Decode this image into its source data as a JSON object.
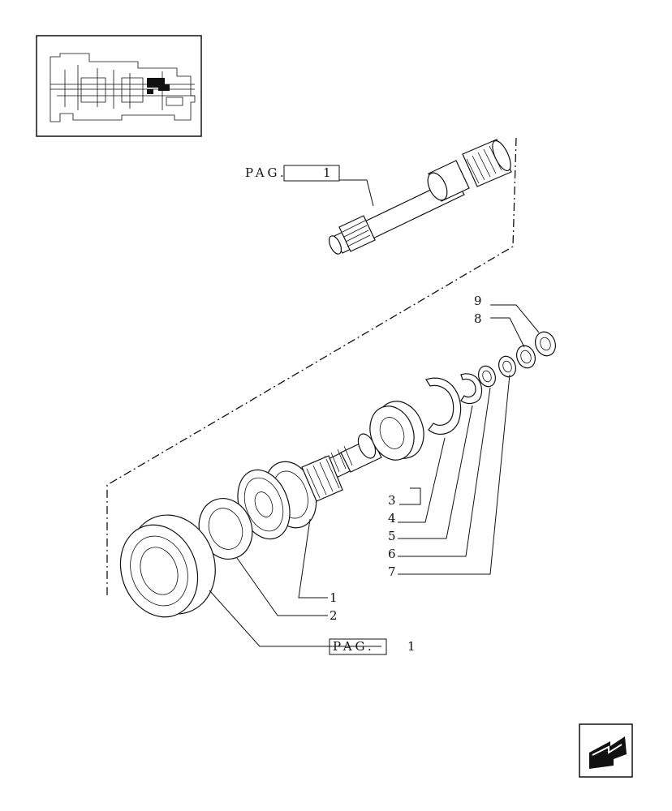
{
  "page_refs": [
    {
      "text": "PAG.",
      "number": "1"
    },
    {
      "text": "PAG.",
      "number": "1"
    }
  ],
  "callouts": [
    "1",
    "2",
    "3",
    "4",
    "5",
    "6",
    "7",
    "8",
    "9"
  ],
  "icons": {
    "locator": "transmission-locator-icon",
    "nav": "back-arrow-icon"
  }
}
